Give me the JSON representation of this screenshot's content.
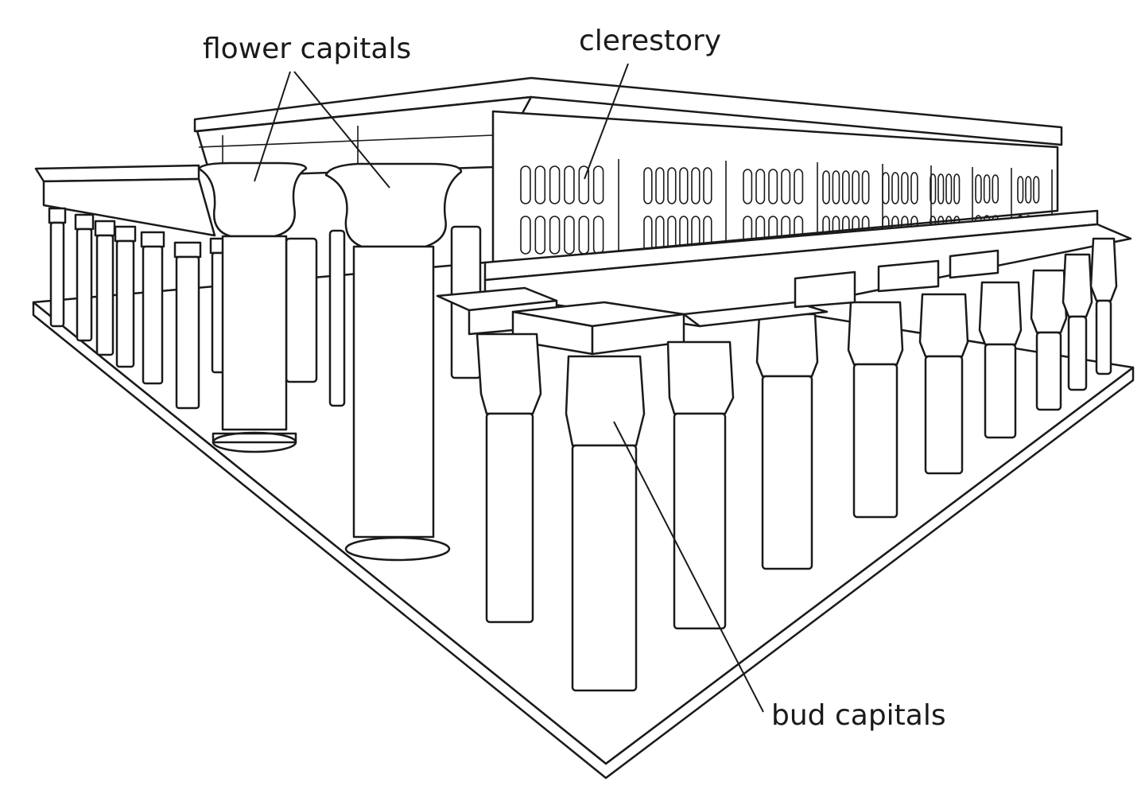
{
  "diagram": {
    "labels": {
      "flower_capitals": "flower capitals",
      "clerestory": "clerestory",
      "bud_capitals": "bud capitals"
    },
    "colors": {
      "line": "#1a1a1a",
      "fill": "#ffffff"
    }
  }
}
